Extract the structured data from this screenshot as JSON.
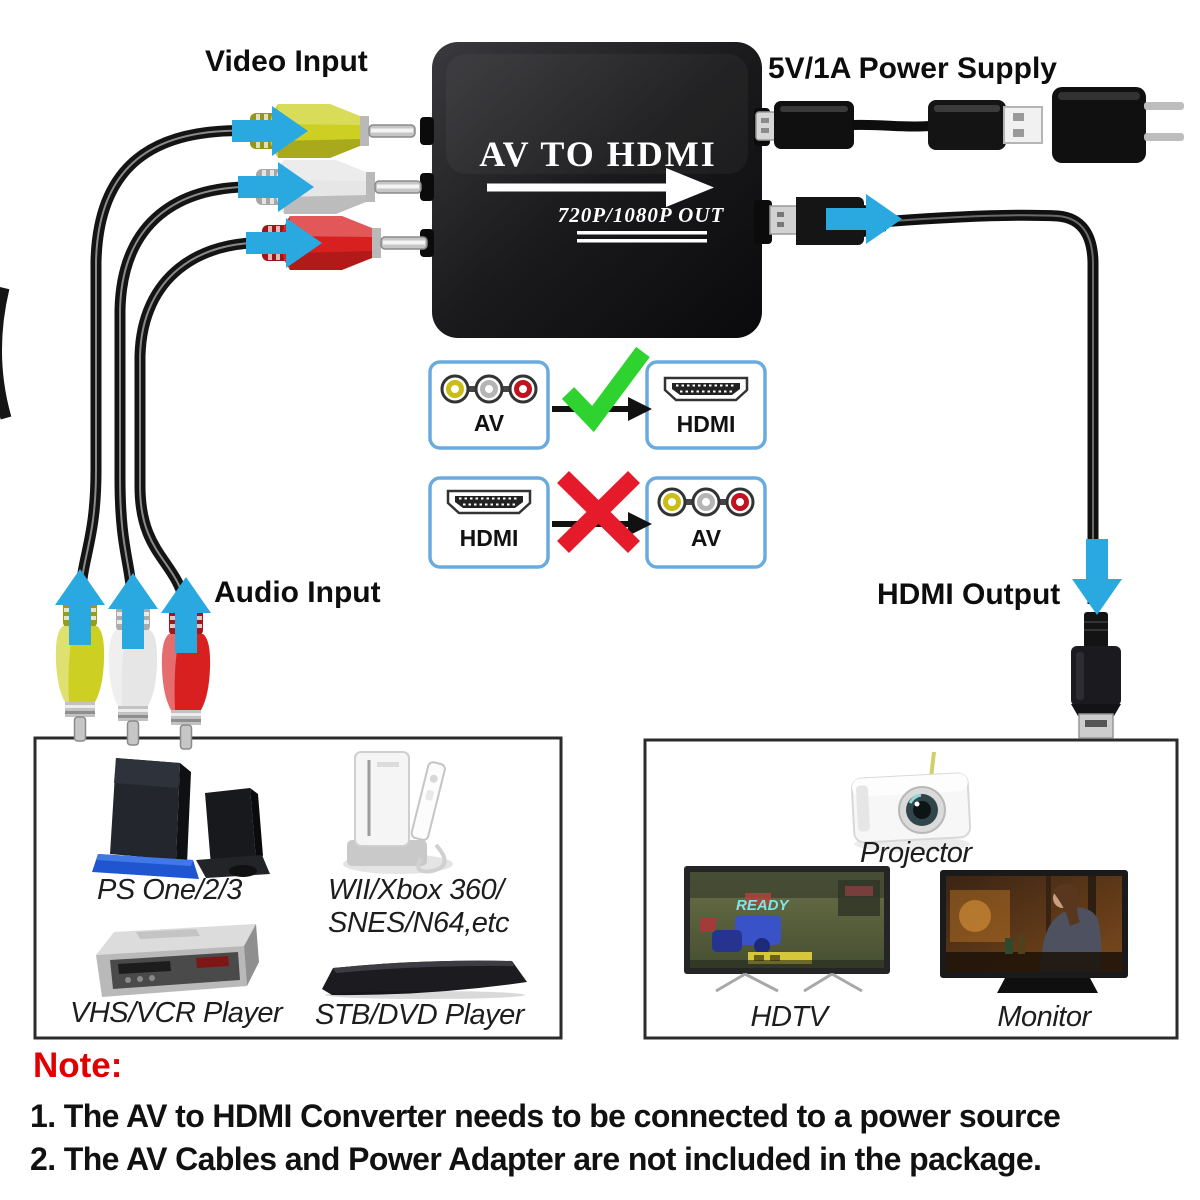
{
  "labels": {
    "video_input": "Video Input",
    "audio_input": "Audio Input",
    "power_supply": "5V/1A Power Supply",
    "hdmi_output": "HDMI Output"
  },
  "converter": {
    "title": "AV TO HDMI",
    "subtitle": "720P/1080P OUT"
  },
  "comparison": {
    "row1": {
      "from_label": "AV",
      "to_label": "HDMI",
      "result": "allowed",
      "result_icon": "check-icon"
    },
    "row2": {
      "from_label": "HDMI",
      "to_label": "AV",
      "result": "not-allowed",
      "result_icon": "cross-icon"
    }
  },
  "input_devices": {
    "ps": "PS One/2/3",
    "wii_line1": "WII/Xbox 360/",
    "wii_line2": "SNES/N64,etc",
    "vhs": "VHS/VCR Player",
    "dvd": "STB/DVD Player"
  },
  "output_devices": {
    "projector": "Projector",
    "hdtv": "HDTV",
    "hdtv_screen_text": "READY",
    "monitor": "Monitor"
  },
  "note": {
    "heading": "Note:",
    "line1": "1. The AV to HDMI Converter needs to be connected to a power source",
    "line2": "2. The AV Cables and Power Adapter are not included in the package."
  },
  "colors": {
    "arrow_blue": "#2aa9e0",
    "check_green": "#2fd32f",
    "cross_red": "#e51b2c",
    "note_red": "#e00000",
    "compare_box_border": "#6aabdf",
    "rca_yellow": "#cdd022",
    "rca_white": "#e6e6e6",
    "rca_red": "#d92020",
    "converter_body": "#141416"
  }
}
